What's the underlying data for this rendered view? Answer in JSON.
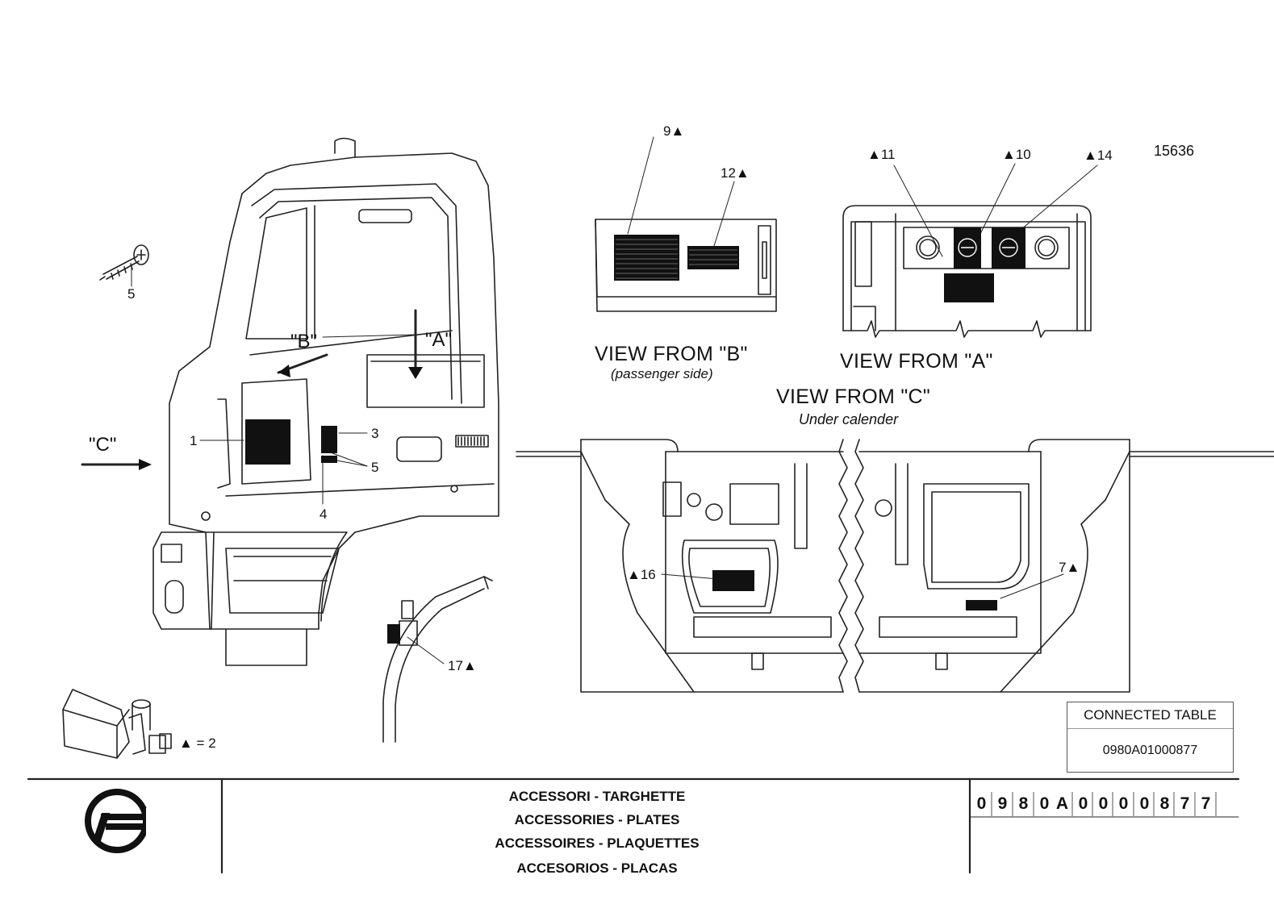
{
  "drawing_number": "15636",
  "callouts": {
    "c9": "9▲",
    "c12": "12▲",
    "c11": "▲11",
    "c10": "▲10",
    "c14": "▲14",
    "c5a": "5",
    "c1": "1",
    "c3": "3",
    "c5b": "5",
    "c4": "4",
    "c16": "▲16",
    "c7": "7▲",
    "c17": "17▲",
    "kit": "▲ = 2"
  },
  "directions": {
    "a": "\"A\"",
    "b": "\"B\"",
    "c": "\"C\""
  },
  "views": {
    "b_title": "VIEW FROM \"B\"",
    "b_sub": "(passenger side)",
    "a_title": "VIEW FROM \"A\"",
    "c_title": "VIEW FROM \"C\"",
    "c_sub": "Under calender"
  },
  "connected_table": {
    "header": "CONNECTED TABLE",
    "value": "0980A01000877"
  },
  "title_block": {
    "lines": [
      "ACCESSORI - TARGHETTE",
      "ACCESSORIES - PLATES",
      "ACCESSOIRES - PLAQUETTES",
      "ACCESORIOS - PLACAS"
    ],
    "code_chars": [
      "0",
      "9",
      "8",
      "0",
      "A",
      "0",
      "0",
      "0",
      "0",
      "8",
      "7",
      "7"
    ]
  },
  "icons": {
    "logo": "company-logo",
    "kit": "kit-box-icon",
    "screw": "screw-icon"
  }
}
